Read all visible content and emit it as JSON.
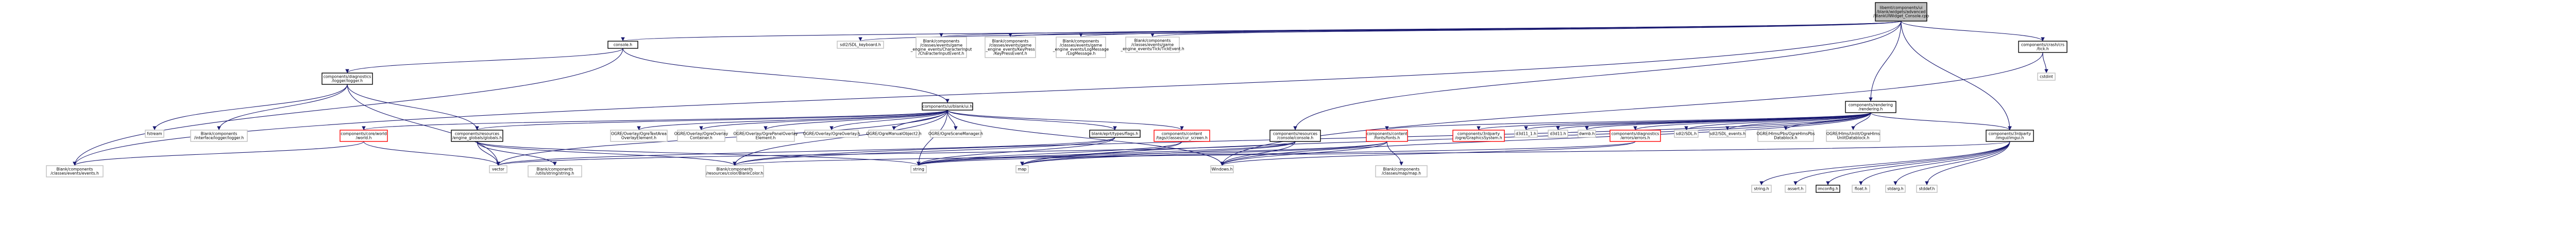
{
  "colors": {
    "edge": "#191970",
    "focus_fill": "#bfbfbf",
    "node_border": "#000000",
    "missing_border": "#bfbfbf",
    "link_border": "#ff0000",
    "background": "#ffffff"
  },
  "nodes": [
    {
      "id": "root",
      "lines": [
        "libemt/components/ui",
        "/blank/widgets/advanced",
        "/BlankUIWidget_Console.cpp"
      ],
      "style": "focus"
    },
    {
      "id": "console_h",
      "lines": [
        "console.h"
      ],
      "style": "plain"
    },
    {
      "id": "sdl2_keyboard",
      "lines": [
        "sdl2/SDL_keyboard.h"
      ],
      "style": "missing"
    },
    {
      "id": "char_input",
      "lines": [
        "Blank/components",
        "/classes/events/game",
        "_engine_events/CharacterInput",
        "/CharacterInputEvent.h"
      ],
      "style": "missing"
    },
    {
      "id": "key_pressed",
      "lines": [
        "Blank/components",
        "/classes/events/game",
        "_engine_events/KeyPress",
        "/KeyPressEvent.h"
      ],
      "style": "missing"
    },
    {
      "id": "log_message",
      "lines": [
        "Blank/components",
        "/classes/events/game",
        "_engine_events/LogMessage",
        "/LogMessage.h"
      ],
      "style": "missing"
    },
    {
      "id": "tick_event",
      "lines": [
        "Blank/components",
        "/classes/events/game",
        "_engine_events/Tick/TickEvent.h"
      ],
      "style": "missing"
    },
    {
      "id": "crashes_tick",
      "lines": [
        "components/crash/crs",
        "/tick.h"
      ],
      "style": "plain"
    },
    {
      "id": "rendering_h",
      "lines": [
        "components/rendering",
        "/rendering.h"
      ],
      "style": "plain"
    },
    {
      "id": "diag_logger",
      "lines": [
        "components/diagnostics",
        "/logger/logger.h"
      ],
      "style": "plain"
    },
    {
      "id": "ui_blank",
      "lines": [
        "components/ui/blank/ui.h"
      ],
      "style": "plain"
    },
    {
      "id": "fstream",
      "lines": [
        "fstream"
      ],
      "style": "missing"
    },
    {
      "id": "iface_logger",
      "lines": [
        "Blank/components",
        "/interface/logger/logger.h"
      ],
      "style": "missing"
    },
    {
      "id": "res_globals",
      "lines": [
        "components/resources",
        "/engine_globals/globals.h"
      ],
      "style": "plain"
    },
    {
      "id": "core_world",
      "lines": [
        "components/core/world",
        "/world.h"
      ],
      "style": "red"
    },
    {
      "id": "ogre_textarea",
      "lines": [
        "OGRE/Overlay/OgreTextArea",
        "OverlayElement.h"
      ],
      "style": "missing"
    },
    {
      "id": "ogre_container",
      "lines": [
        "OGRE/Overlay/OgreOverlay",
        "Container.h"
      ],
      "style": "missing"
    },
    {
      "id": "ogre_panel",
      "lines": [
        "OGRE/Overlay/OgrePanelOverlay",
        "Element.h"
      ],
      "style": "missing"
    },
    {
      "id": "ogre_overlay",
      "lines": [
        "OGRE/Overlay/OgreOverlay.h"
      ],
      "style": "missing"
    },
    {
      "id": "ogre_manualobj",
      "lines": [
        "OGRE/OgreManualObject2.h"
      ],
      "style": "missing"
    },
    {
      "id": "ogre_scenemgr",
      "lines": [
        "OGRE/OgreSceneManager.h"
      ],
      "style": "missing"
    },
    {
      "id": "blankflags",
      "lines": [
        "blank/eprt/types/flags.h"
      ],
      "style": "plain"
    },
    {
      "id": "content_cursor",
      "lines": [
        "components/content",
        "/tags/classes/cur_screen.h"
      ],
      "style": "red"
    },
    {
      "id": "res_console",
      "lines": [
        "components/resources",
        "/console/console.h"
      ],
      "style": "plain"
    },
    {
      "id": "content_fonts",
      "lines": [
        "components/content",
        "/fonts/fonts.h"
      ],
      "style": "red"
    },
    {
      "id": "thirdparty_gfx",
      "lines": [
        "components/3rdparty",
        "/ogre/GraphicsSystem.h"
      ],
      "style": "red"
    },
    {
      "id": "d3d11_1",
      "lines": [
        "d3d11_1.h"
      ],
      "style": "missing"
    },
    {
      "id": "d3d11",
      "lines": [
        "d3d11.h"
      ],
      "style": "missing"
    },
    {
      "id": "dwmb",
      "lines": [
        "dwmb.h"
      ],
      "style": "missing"
    },
    {
      "id": "diag_errors",
      "lines": [
        "components/diagnostics",
        "/errors/errors.h"
      ],
      "style": "red"
    },
    {
      "id": "sdl2_sdl",
      "lines": [
        "sdl2/SDL.h"
      ],
      "style": "missing"
    },
    {
      "id": "sdl2_events",
      "lines": [
        "sdl2/SDL_events.h"
      ],
      "style": "missing"
    },
    {
      "id": "ogre_hlms_pbs",
      "lines": [
        "OGRE/Hlms/Pbs/OgreHlmsPbs",
        "Datablock.h"
      ],
      "style": "missing"
    },
    {
      "id": "ogre_hlms_unlit",
      "lines": [
        "OGRE/Hlms/Unlit/OgreHlms",
        "UnlitDatablock.h"
      ],
      "style": "missing"
    },
    {
      "id": "thirdparty_imgui",
      "lines": [
        "components/3rdparty",
        "/imgui/imgui.h"
      ],
      "style": "plain"
    },
    {
      "id": "cstdint",
      "lines": [
        "cstdint"
      ],
      "style": "missing"
    },
    {
      "id": "classes_events",
      "lines": [
        "Blank/components",
        "/classes/events/events.h"
      ],
      "style": "missing"
    },
    {
      "id": "vector",
      "lines": [
        "vector"
      ],
      "style": "missing"
    },
    {
      "id": "utils_string",
      "lines": [
        "Blank/components",
        "/utils/string/string.h"
      ],
      "style": "missing"
    },
    {
      "id": "blank_color",
      "lines": [
        "Blank/components",
        "/resources/color/BlankColor.h"
      ],
      "style": "missing"
    },
    {
      "id": "string",
      "lines": [
        "string"
      ],
      "style": "missing"
    },
    {
      "id": "map",
      "lines": [
        "map"
      ],
      "style": "missing"
    },
    {
      "id": "windows_h",
      "lines": [
        "Windows.h"
      ],
      "style": "missing"
    },
    {
      "id": "map_h",
      "lines": [
        "Blank/components",
        "/classes/map/map.h"
      ],
      "style": "missing"
    },
    {
      "id": "string_h",
      "lines": [
        "string.h"
      ],
      "style": "missing"
    },
    {
      "id": "assert_h",
      "lines": [
        "assert.h"
      ],
      "style": "missing"
    },
    {
      "id": "imconfig_h",
      "lines": [
        "imconfig.h"
      ],
      "style": "plain"
    },
    {
      "id": "float_h",
      "lines": [
        "float.h"
      ],
      "style": "missing"
    },
    {
      "id": "stdarg_h",
      "lines": [
        "stdarg.h"
      ],
      "style": "missing"
    },
    {
      "id": "stddef_h",
      "lines": [
        "stddef.h"
      ],
      "style": "missing"
    }
  ],
  "edges": [
    [
      "root",
      "console_h"
    ],
    [
      "root",
      "sdl2_keyboard"
    ],
    [
      "root",
      "char_input"
    ],
    [
      "root",
      "key_pressed"
    ],
    [
      "root",
      "log_message"
    ],
    [
      "root",
      "tick_event"
    ],
    [
      "root",
      "crashes_tick"
    ],
    [
      "root",
      "rendering_h"
    ],
    [
      "root",
      "res_console"
    ],
    [
      "root",
      "thirdparty_imgui"
    ],
    [
      "root",
      "classes_events"
    ],
    [
      "console_h",
      "diag_logger"
    ],
    [
      "console_h",
      "ui_blank"
    ],
    [
      "console_h",
      "classes_events"
    ],
    [
      "diag_logger",
      "fstream"
    ],
    [
      "diag_logger",
      "iface_logger"
    ],
    [
      "diag_logger",
      "res_globals"
    ],
    [
      "diag_logger",
      "vector"
    ],
    [
      "ui_blank",
      "res_globals"
    ],
    [
      "ui_blank",
      "core_world"
    ],
    [
      "ui_blank",
      "ogre_textarea"
    ],
    [
      "ui_blank",
      "ogre_container"
    ],
    [
      "ui_blank",
      "ogre_panel"
    ],
    [
      "ui_blank",
      "ogre_overlay"
    ],
    [
      "ui_blank",
      "ogre_manualobj"
    ],
    [
      "ui_blank",
      "ogre_scenemgr"
    ],
    [
      "ui_blank",
      "blankflags"
    ],
    [
      "ui_blank",
      "content_cursor"
    ],
    [
      "ui_blank",
      "blank_color"
    ],
    [
      "ui_blank",
      "string"
    ],
    [
      "ui_blank",
      "vector"
    ],
    [
      "ui_blank",
      "windows_h"
    ],
    [
      "res_globals",
      "utils_string"
    ],
    [
      "res_globals",
      "blank_color"
    ],
    [
      "res_globals",
      "vector"
    ],
    [
      "res_globals",
      "string"
    ],
    [
      "core_world",
      "classes_events"
    ],
    [
      "core_world",
      "vector"
    ],
    [
      "blankflags",
      "blank_color"
    ],
    [
      "blankflags",
      "string"
    ],
    [
      "blankflags",
      "vector"
    ],
    [
      "content_cursor",
      "string"
    ],
    [
      "content_cursor",
      "map"
    ],
    [
      "res_console",
      "vector"
    ],
    [
      "res_console",
      "string"
    ],
    [
      "res_console",
      "windows_h"
    ],
    [
      "res_console",
      "map"
    ],
    [
      "content_fonts",
      "map"
    ],
    [
      "content_fonts",
      "windows_h"
    ],
    [
      "content_fonts",
      "string"
    ],
    [
      "content_fonts",
      "map_h"
    ],
    [
      "crashes_tick",
      "cstdint"
    ],
    [
      "crashes_tick",
      "windows_h"
    ],
    [
      "rendering_h",
      "thirdparty_gfx"
    ],
    [
      "rendering_h",
      "d3d11_1"
    ],
    [
      "rendering_h",
      "d3d11"
    ],
    [
      "rendering_h",
      "dwmb"
    ],
    [
      "rendering_h",
      "diag_errors"
    ],
    [
      "rendering_h",
      "sdl2_sdl"
    ],
    [
      "rendering_h",
      "sdl2_events"
    ],
    [
      "rendering_h",
      "ogre_hlms_pbs"
    ],
    [
      "rendering_h",
      "ogre_hlms_unlit"
    ],
    [
      "rendering_h",
      "thirdparty_imgui"
    ],
    [
      "rendering_h",
      "content_fonts"
    ],
    [
      "rendering_h",
      "blank_color"
    ],
    [
      "rendering_h",
      "windows_h"
    ],
    [
      "rendering_h",
      "map"
    ],
    [
      "diag_errors",
      "windows_h"
    ],
    [
      "diag_errors",
      "string"
    ],
    [
      "thirdparty_imgui",
      "string_h"
    ],
    [
      "thirdparty_imgui",
      "assert_h"
    ],
    [
      "thirdparty_imgui",
      "imconfig_h"
    ],
    [
      "thirdparty_imgui",
      "float_h"
    ],
    [
      "thirdparty_imgui",
      "stdarg_h"
    ],
    [
      "thirdparty_imgui",
      "stddef_h"
    ],
    [
      "thirdparty_imgui",
      "blank_color"
    ]
  ]
}
